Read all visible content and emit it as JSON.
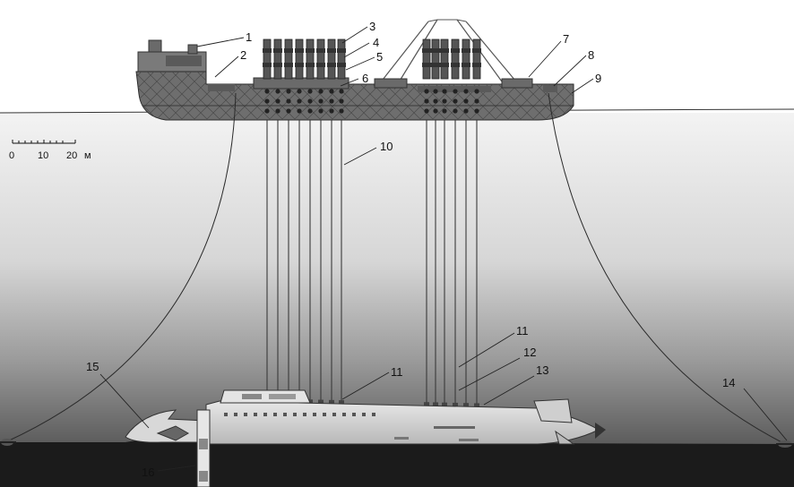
{
  "scale_bar": {
    "tick_0": "0",
    "tick_10": "10",
    "tick_20": "20",
    "unit": "м"
  },
  "callouts": {
    "c1": "1",
    "c2": "2",
    "c3": "3",
    "c4": "4",
    "c5": "5",
    "c6": "6",
    "c7": "7",
    "c8": "8",
    "c9": "9",
    "c10": "10",
    "c11a": "11",
    "c11b": "11",
    "c12": "12",
    "c13": "13",
    "c14": "14",
    "c15": "15",
    "c16": "16"
  },
  "colors": {
    "sky": "#ffffff",
    "water_top": "#f0f0f0",
    "water_bottom": "#6f6f6f",
    "seabed": "#1a1a1a",
    "hull": "#6b6b6b",
    "cable": "#333333"
  }
}
